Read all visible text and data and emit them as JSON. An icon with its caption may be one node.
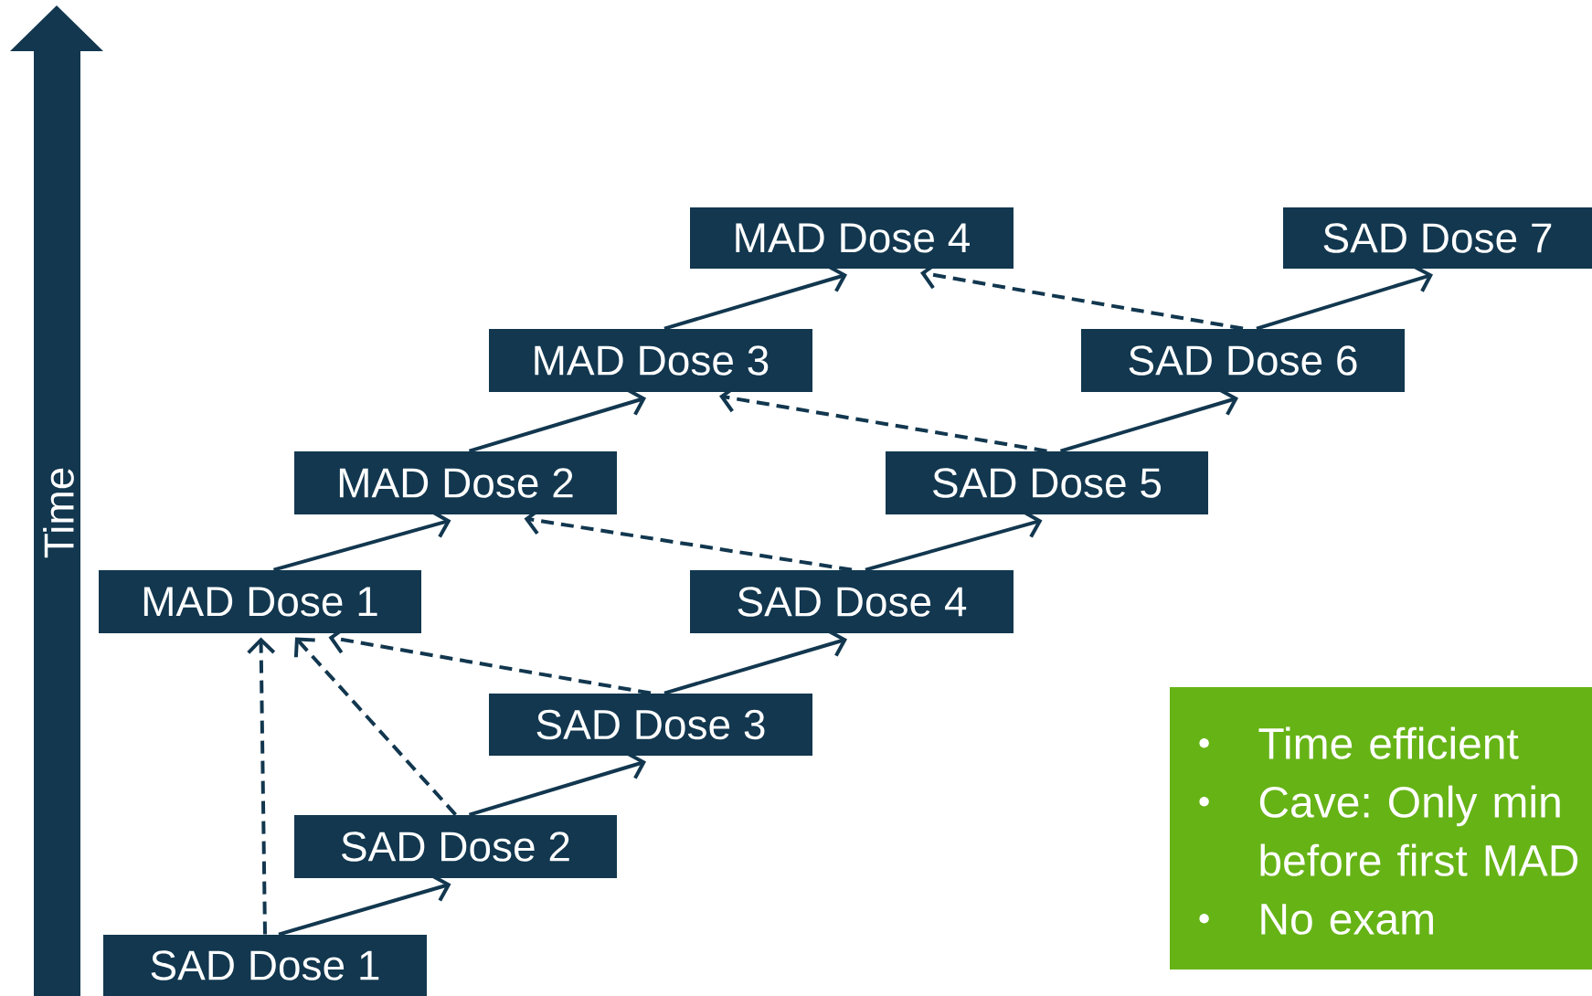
{
  "diagram": {
    "nodes": [
      {
        "text": [
          "MAD Dose 4"
        ]
      },
      {
        "text": [
          "SAD Dose 7"
        ]
      },
      {
        "text": [
          "MAD Dose 3"
        ]
      },
      {
        "text": [
          "SAD Dose 6"
        ]
      },
      {
        "text": [
          "MAD Dose 2"
        ]
      },
      {
        "text": [
          "SAD Dose 5"
        ]
      },
      {
        "text": [
          "MAD Dose 1"
        ]
      },
      {
        "text": [
          "SAD Dose 4"
        ]
      },
      {
        "text": [
          "SAD Dose 3"
        ]
      },
      {
        "text": [
          "Time efficient",
          "Cave: Only min before first MAD",
          "No exam"
        ]
      },
      {
        "text": [
          "SAD Dose 2"
        ]
      },
      {
        "text": [
          "SAD Dose 1"
        ]
      }
    ],
    "edges": [
      {
        "from": 11,
        "to": 10,
        "arrow": "to"
      },
      {
        "from": 10,
        "to": 8,
        "arrow": "to"
      },
      {
        "from": 8,
        "to": 7,
        "arrow": "to"
      },
      {
        "from": 7,
        "to": 5,
        "arrow": "to"
      },
      {
        "from": 5,
        "to": 3,
        "arrow": "to"
      },
      {
        "from": 3,
        "to": 1,
        "arrow": "to"
      },
      {
        "from": 6,
        "to": 4,
        "arrow": "to"
      },
      {
        "from": 4,
        "to": 2,
        "arrow": "to"
      },
      {
        "from": 2,
        "to": 0,
        "arrow": "to"
      },
      {
        "from": 11,
        "to": 6,
        "arrow": "to",
        "style": "dashed"
      },
      {
        "from": 10,
        "to": 6,
        "arrow": "to",
        "style": "dashed"
      },
      {
        "from": 8,
        "to": 6,
        "arrow": "to",
        "style": "dashed"
      },
      {
        "from": 7,
        "to": 4,
        "arrow": "to",
        "style": "dashed"
      },
      {
        "from": 5,
        "to": 2,
        "arrow": "to",
        "style": "dashed"
      },
      {
        "from": 3,
        "to": 0,
        "arrow": "to",
        "style": "dashed"
      }
    ],
    "labels": [
      "Time"
    ]
  }
}
